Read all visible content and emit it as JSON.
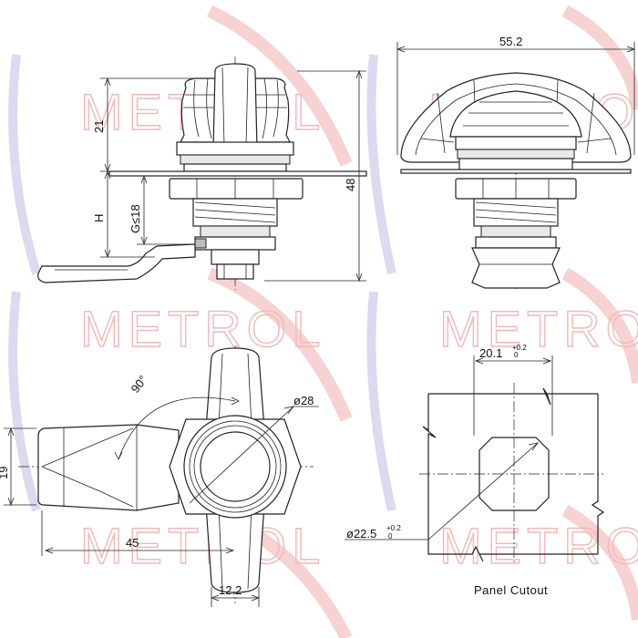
{
  "watermark": {
    "brand": "METROL"
  },
  "dimensions": {
    "total_width": "55.2",
    "top_height": "21",
    "total_height": "48",
    "height_h": "H",
    "grip": "G≤18",
    "knob_diameter": "ø28",
    "angle": "90°",
    "cam_width": "19",
    "cam_length": "45",
    "knob_width": "12.2",
    "cutout_width": "20.1",
    "cutout_width_tol_upper": "+0.2",
    "cutout_width_tol_lower": "0",
    "cutout_diameter": "ø22.5",
    "cutout_diameter_tol_upper": "+0.2",
    "cutout_diameter_tol_lower": "0"
  },
  "labels": {
    "panel_cutout": "Panel Cutout"
  }
}
